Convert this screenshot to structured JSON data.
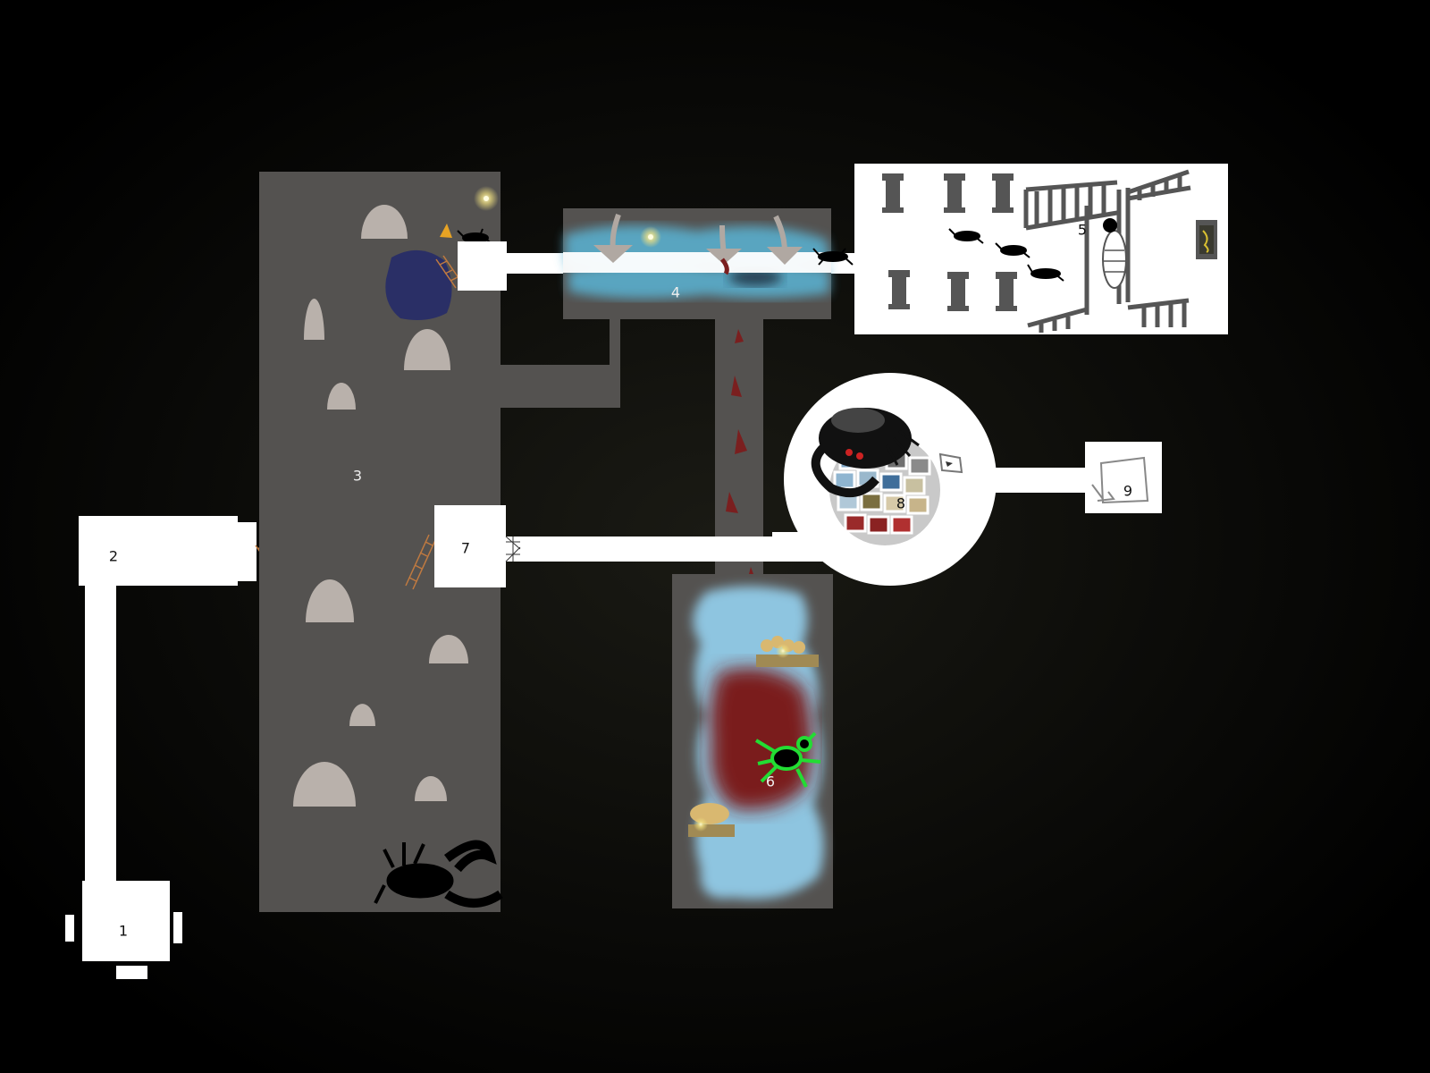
{
  "map": {
    "rooms": [
      {
        "id": "1",
        "label": "1"
      },
      {
        "id": "2",
        "label": "2"
      },
      {
        "id": "3",
        "label": "3"
      },
      {
        "id": "4",
        "label": "4"
      },
      {
        "id": "5",
        "label": "5"
      },
      {
        "id": "6",
        "label": "6"
      },
      {
        "id": "7",
        "label": "7"
      },
      {
        "id": "8",
        "label": "8"
      },
      {
        "id": "9",
        "label": "9"
      }
    ]
  },
  "colors": {
    "background": "#000000",
    "cave_stone": "#545250",
    "corridor": "#ffffff",
    "mound": "#b9b1ab",
    "water": "#5ab4d4",
    "blood": "#7a1f1f",
    "spider_green": "#22dd33",
    "treasure": "#d9b870"
  },
  "icons": [
    "beetle-icon",
    "ant-icon",
    "pillar-icon",
    "ladder-icon",
    "treasure-icon",
    "web-icon",
    "larva-icon",
    "scorpion-icon",
    "arrow-icon",
    "torch-icon"
  ]
}
